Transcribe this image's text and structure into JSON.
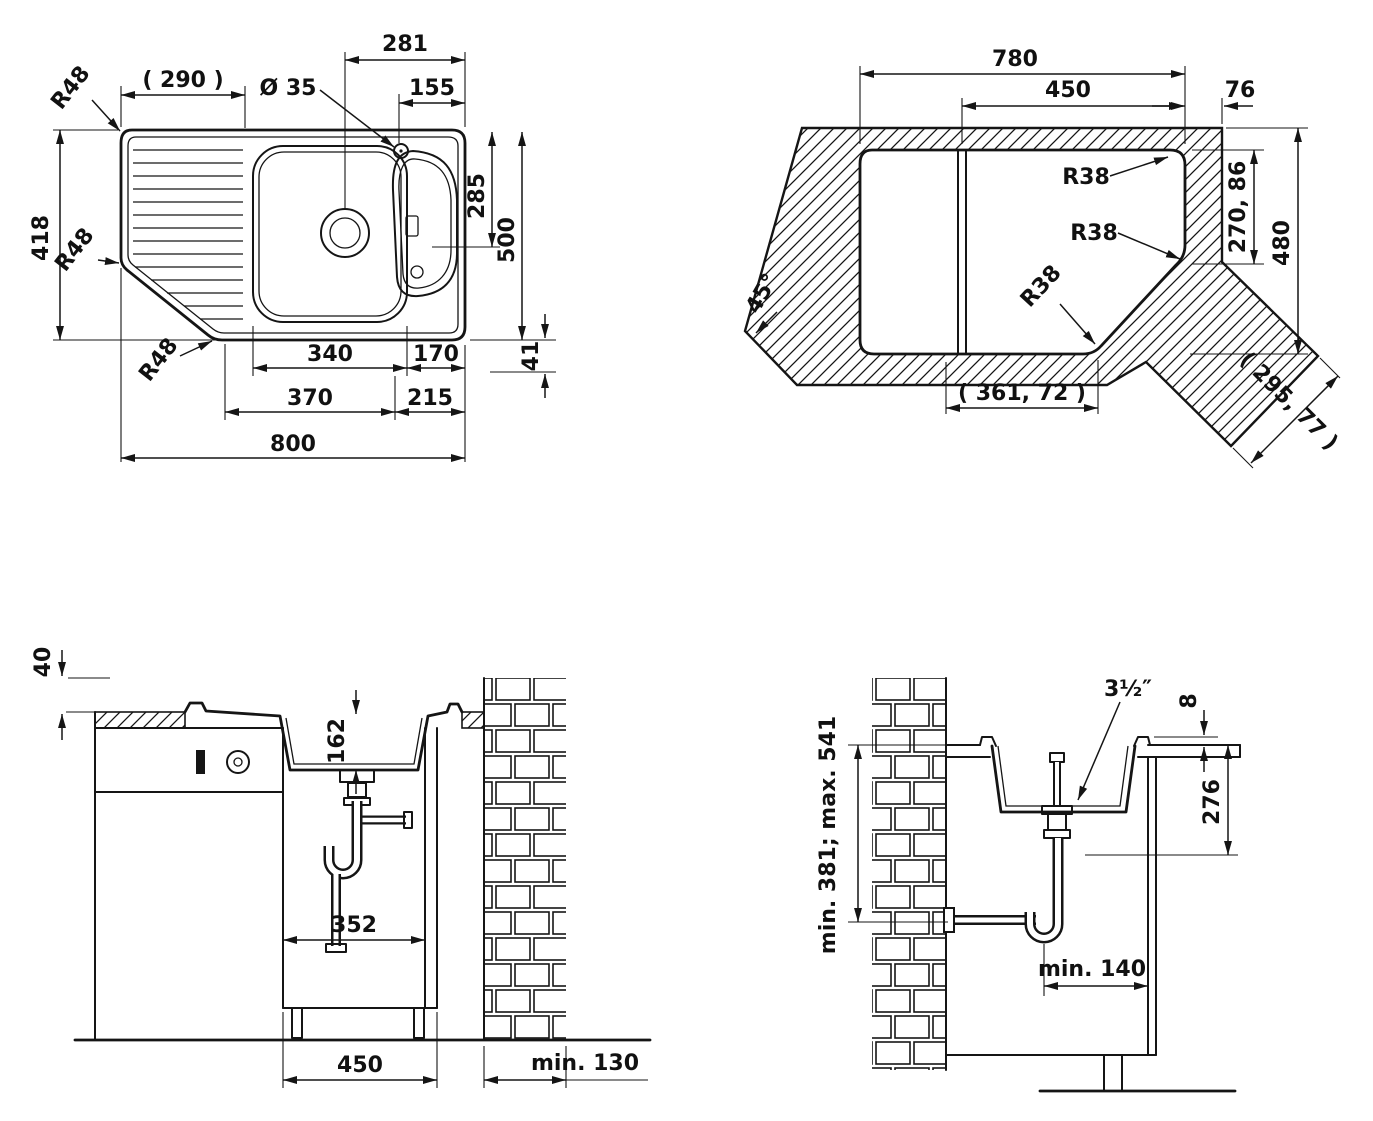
{
  "plan_view": {
    "top_width": "281",
    "drainer_width": "( 290 )",
    "tap_hole_diameter": "Ø 35",
    "tap_hole_offset": "155",
    "radius_top_left": "R48",
    "radius_left": "R48",
    "radius_bottom": "R48",
    "left_height": "418",
    "bowl_height": "285",
    "total_height": "500",
    "bottom_offset": "41",
    "bowl_width": "340",
    "right_width": "170",
    "bottom_left_width": "370",
    "bottom_right_width": "215",
    "total_width": "800"
  },
  "cutout_view": {
    "cutout_width": "780",
    "right_section_width": "450",
    "edge_offset": "76",
    "radius_1": "R38",
    "radius_2": "R38",
    "radius_3": "R38",
    "side_depth": "270, 86",
    "total_depth": "480",
    "corner_angle": "45°",
    "bottom_width": "( 361, 72 )",
    "diagonal_width": "( 295, 77 )"
  },
  "section_front": {
    "top_offset": "40",
    "bowl_depth": "162",
    "bowl_width": "352",
    "cabinet_width": "450",
    "wall_distance": "min. 130"
  },
  "section_side": {
    "drain_size": "3½″",
    "rim_height": "8",
    "waste_depth": "276",
    "trap_range": "min. 381; max. 541",
    "wall_offset": "min. 140"
  }
}
